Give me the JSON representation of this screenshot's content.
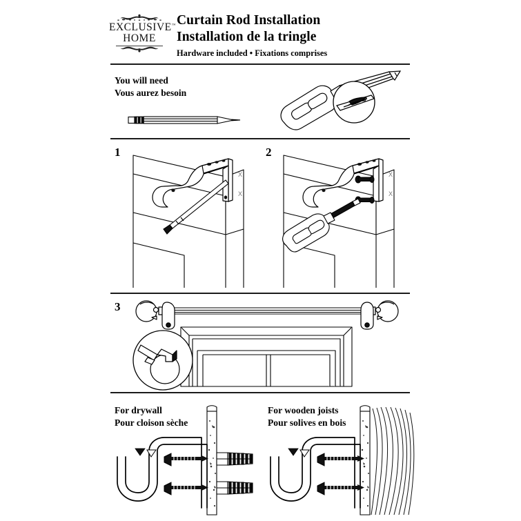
{
  "document": {
    "type": "installation-instruction-sheet",
    "page_size": "755x755",
    "background_color": "#ffffff",
    "ink_color": "#000000"
  },
  "header": {
    "logo": {
      "line1": "EXCLUSIVE",
      "line2": "HOME",
      "trademark": "™",
      "ornament_top": "filigree-ornament",
      "ornament_bottom": "filigree-ornament"
    },
    "title_en": "Curtain Rod Installation",
    "title_fr": "Installation de la tringle",
    "subtitle": "Hardware included • Fixations comprises"
  },
  "sections": {
    "tools": {
      "label_en": "You will need",
      "label_fr": "Vous aurez besoin",
      "items": [
        {
          "name": "pencil",
          "icon": "pencil-icon"
        },
        {
          "name": "phillips-screwdriver",
          "icon": "screwdriver-icon",
          "detail": "magnified-phillips-tip"
        }
      ]
    },
    "step1": {
      "number": "1",
      "icon": "bracket-mark-holes-illustration",
      "marks": [
        "X",
        "X"
      ],
      "depicts": "Hold bracket against wall and mark screw holes with pencil"
    },
    "step2": {
      "number": "2",
      "icon": "bracket-screw-illustration",
      "marks": [
        "X",
        "X"
      ],
      "depicts": "Fasten bracket to wall with screws using screwdriver"
    },
    "step3": {
      "number": "3",
      "icon": "rod-over-window-illustration",
      "detail": "magnified-finial-attachment",
      "depicts": "Mount assembled curtain rod with finials onto brackets above window"
    },
    "mounting": {
      "drywall": {
        "label_en": "For drywall",
        "label_fr": "Pour cloison sèche",
        "icon": "drywall-anchor-illustration",
        "hardware": [
          "screw",
          "screw",
          "wall-anchor",
          "wall-anchor"
        ]
      },
      "joists": {
        "label_en": "For wooden joists",
        "label_fr": "Pour solives en bois",
        "icon": "wood-joist-illustration",
        "hardware": [
          "screw",
          "screw"
        ]
      }
    }
  }
}
